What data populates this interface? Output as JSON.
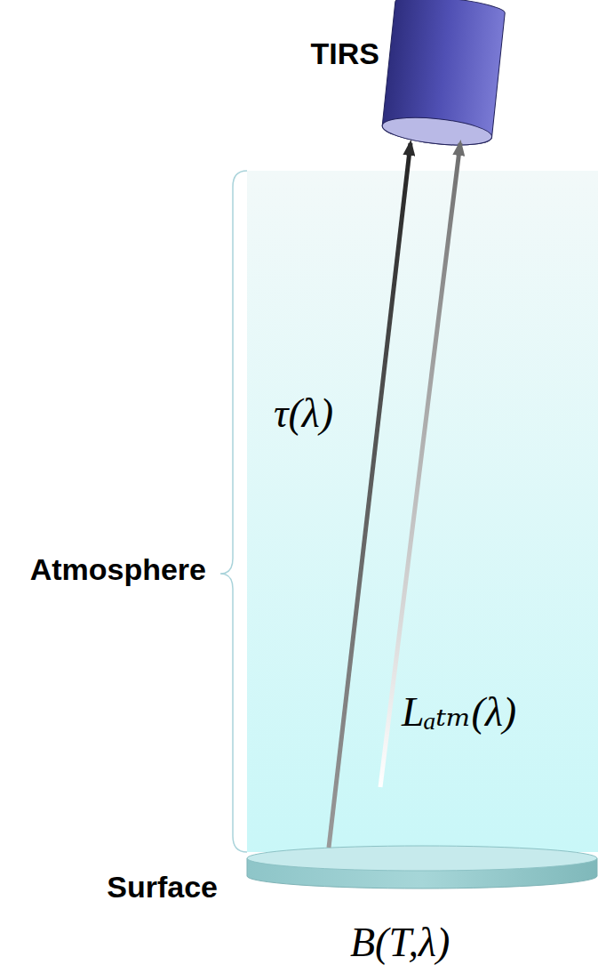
{
  "diagram": {
    "nodes": [
      {
        "text": [
          "TIRS"
        ]
      },
      {
        "text": [
          "Atmosphere"
        ]
      },
      {
        "text": [
          "Surface",
          "B(T,λ)"
        ]
      }
    ],
    "edges": [
      {
        "from": 2,
        "to": 0,
        "arrow": "to",
        "label": "τ(λ)"
      },
      {
        "from": 1,
        "to": 0,
        "arrow": "to",
        "label": "Lₐₜₘ(λ)"
      }
    ]
  }
}
